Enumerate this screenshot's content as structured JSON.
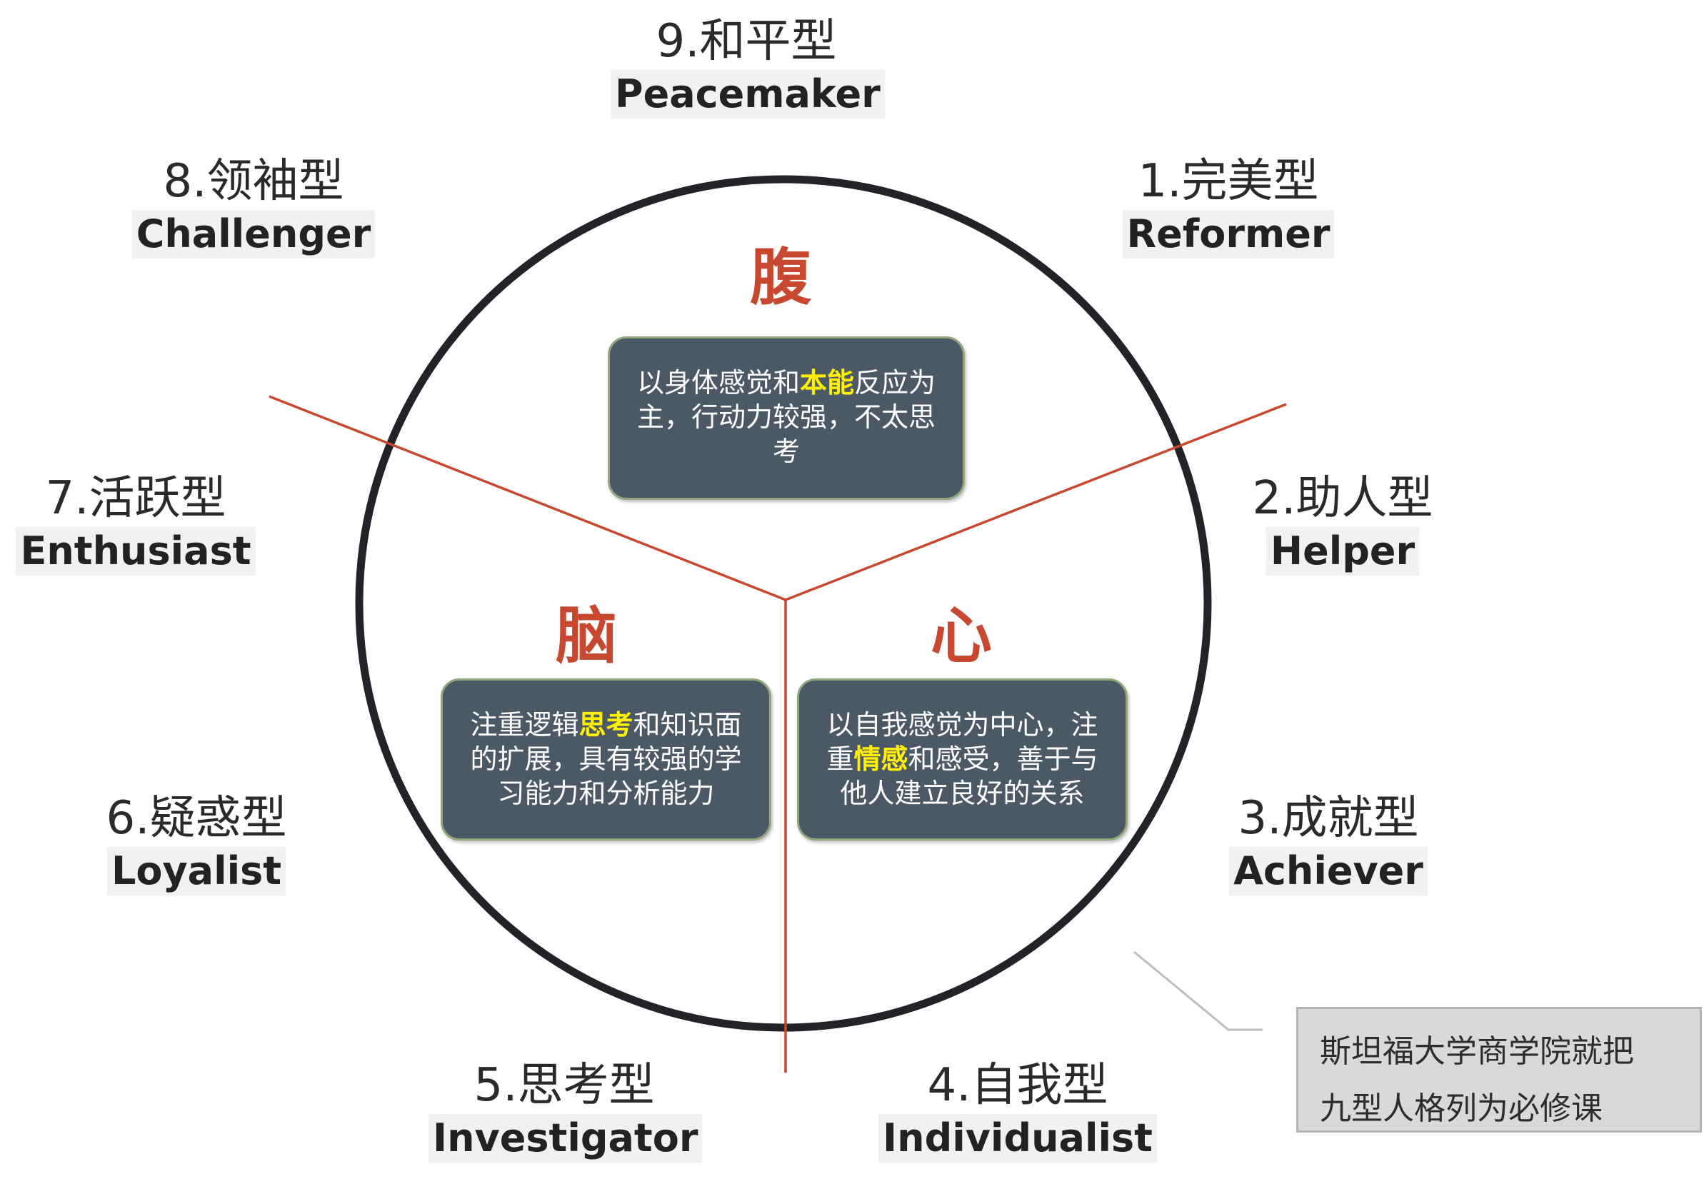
{
  "types": {
    "t9": {
      "cn": "9.和平型",
      "en": "Peacemaker"
    },
    "t1": {
      "cn": "1.完美型",
      "en": "Reformer"
    },
    "t2": {
      "cn": "2.助人型",
      "en": "Helper"
    },
    "t3": {
      "cn": "3.成就型",
      "en": "Achiever"
    },
    "t4": {
      "cn": "4.自我型",
      "en": "Individualist"
    },
    "t5": {
      "cn": "5.思考型",
      "en": "Investigator"
    },
    "t6": {
      "cn": "6.疑惑型",
      "en": "Loyalist"
    },
    "t7": {
      "cn": "7.活跃型",
      "en": "Enthusiast"
    },
    "t8": {
      "cn": "8.领袖型",
      "en": "Challenger"
    }
  },
  "centers": {
    "gut": {
      "title": "腹",
      "desc_pre": "以身体感觉和",
      "desc_hl": "本能",
      "desc_post": "反应为主，行动力较强，不太思考"
    },
    "head": {
      "title": "脑",
      "desc_pre": "注重逻辑",
      "desc_hl": "思考",
      "desc_post": "和知识面的扩展，具有较强的学习能力和分析能力"
    },
    "heart": {
      "title": "心",
      "desc_pre": "以自我感觉为中心，注重",
      "desc_hl": "情感",
      "desc_post": "和感受，善于与他人建立良好的关系"
    }
  },
  "note": {
    "line1": "斯坦福大学商学院就把",
    "line2": "九型人格列为必修课"
  },
  "colors": {
    "circle": "#222228",
    "divider": "#c8472f",
    "title": "#c8472f",
    "box_fill": "#4b5967",
    "box_border": "#93a87a",
    "highlight": "#ffef00",
    "note_fill": "#d9d9d9"
  }
}
